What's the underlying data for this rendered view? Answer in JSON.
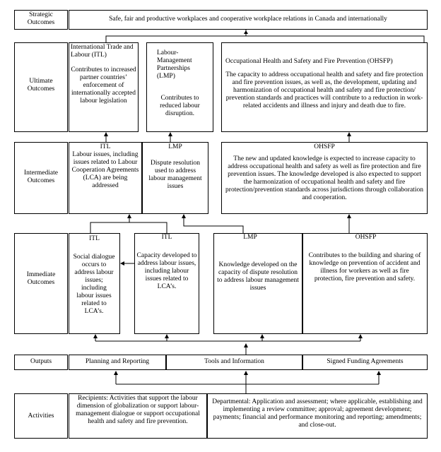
{
  "strategic": {
    "label": "Strategic Outcomes",
    "text": "Safe, fair and productive workplaces and cooperative workplace relations in Canada and internationally"
  },
  "ultimate": {
    "label": "Ultimate Outcomes",
    "itl": {
      "title": "International Trade and Labour (ITL)",
      "text": "Contributes to increased partner countries’ enforcement of internationally accepted labour legislation"
    },
    "lmp": {
      "title": "Labour-Management Partnerships (LMP)",
      "text": "Contributes to reduced labour disruption."
    },
    "ohsfp": {
      "title": "Occupational Health and Safety and Fire Prevention (OHSFP)",
      "text": "The capacity to address occupational health and safety and fire protection and fire prevention issues, as well as, the development, updating and harmonization of occupational health and safety and fire protection/ prevention standards and practices will contribute to a reduction in work-related accidents and illness and injury and death due to fire."
    }
  },
  "intermediate": {
    "label": "Intermediate Outcomes",
    "itl": {
      "title": "ITL",
      "text": "Labour issues, including issues related to Labour Cooperation Agreements (LCA) are being addressed"
    },
    "lmp": {
      "title": "LMP",
      "text": "Dispute resolution used to address labour management issues"
    },
    "ohsfp": {
      "title": "OHSFP",
      "text": "The new and updated knowledge is expected to increase capacity to address occupational health and safety as well as fire protection and fire prevention issues. The knowledge developed is also expected to support the harmonization of occupational health and safety and fire protection/prevention standards across jurisdictions through collaboration and cooperation."
    }
  },
  "immediate": {
    "label": "Immediate Outcomes",
    "itl1": {
      "title": "ITL",
      "text": "Social dialogue occurs to address labour issues; including labour issues related to LCA’s."
    },
    "itl2": {
      "title": "ITL",
      "text": "Capacity developed to address labour issues, including labour issues related to LCA’s."
    },
    "lmp": {
      "title": "LMP",
      "text": "Knowledge developed on the capacity of dispute resolution to address labour management issues"
    },
    "ohsfp": {
      "title": "OHSFP",
      "text": "Contributes to the building and sharing of knowledge on prevention of accident and illness for workers as well as fire protection, fire prevention and safety."
    }
  },
  "outputs": {
    "label": "Outputs",
    "items": [
      "Planning and Reporting",
      "Tools and Information",
      "Signed Funding Agreements"
    ]
  },
  "activities": {
    "label": "Activities",
    "recipients": "Recipients: Activities that support the labour dimension of globalization or support labour-management dialogue or support occupational health and safety and fire prevention.",
    "departmental": "Departmental: Application and assessment; where applicable, establishing and implementing a review committee; approval; agreement development; payments; financial and performance monitoring and reporting; amendments; and close-out."
  }
}
